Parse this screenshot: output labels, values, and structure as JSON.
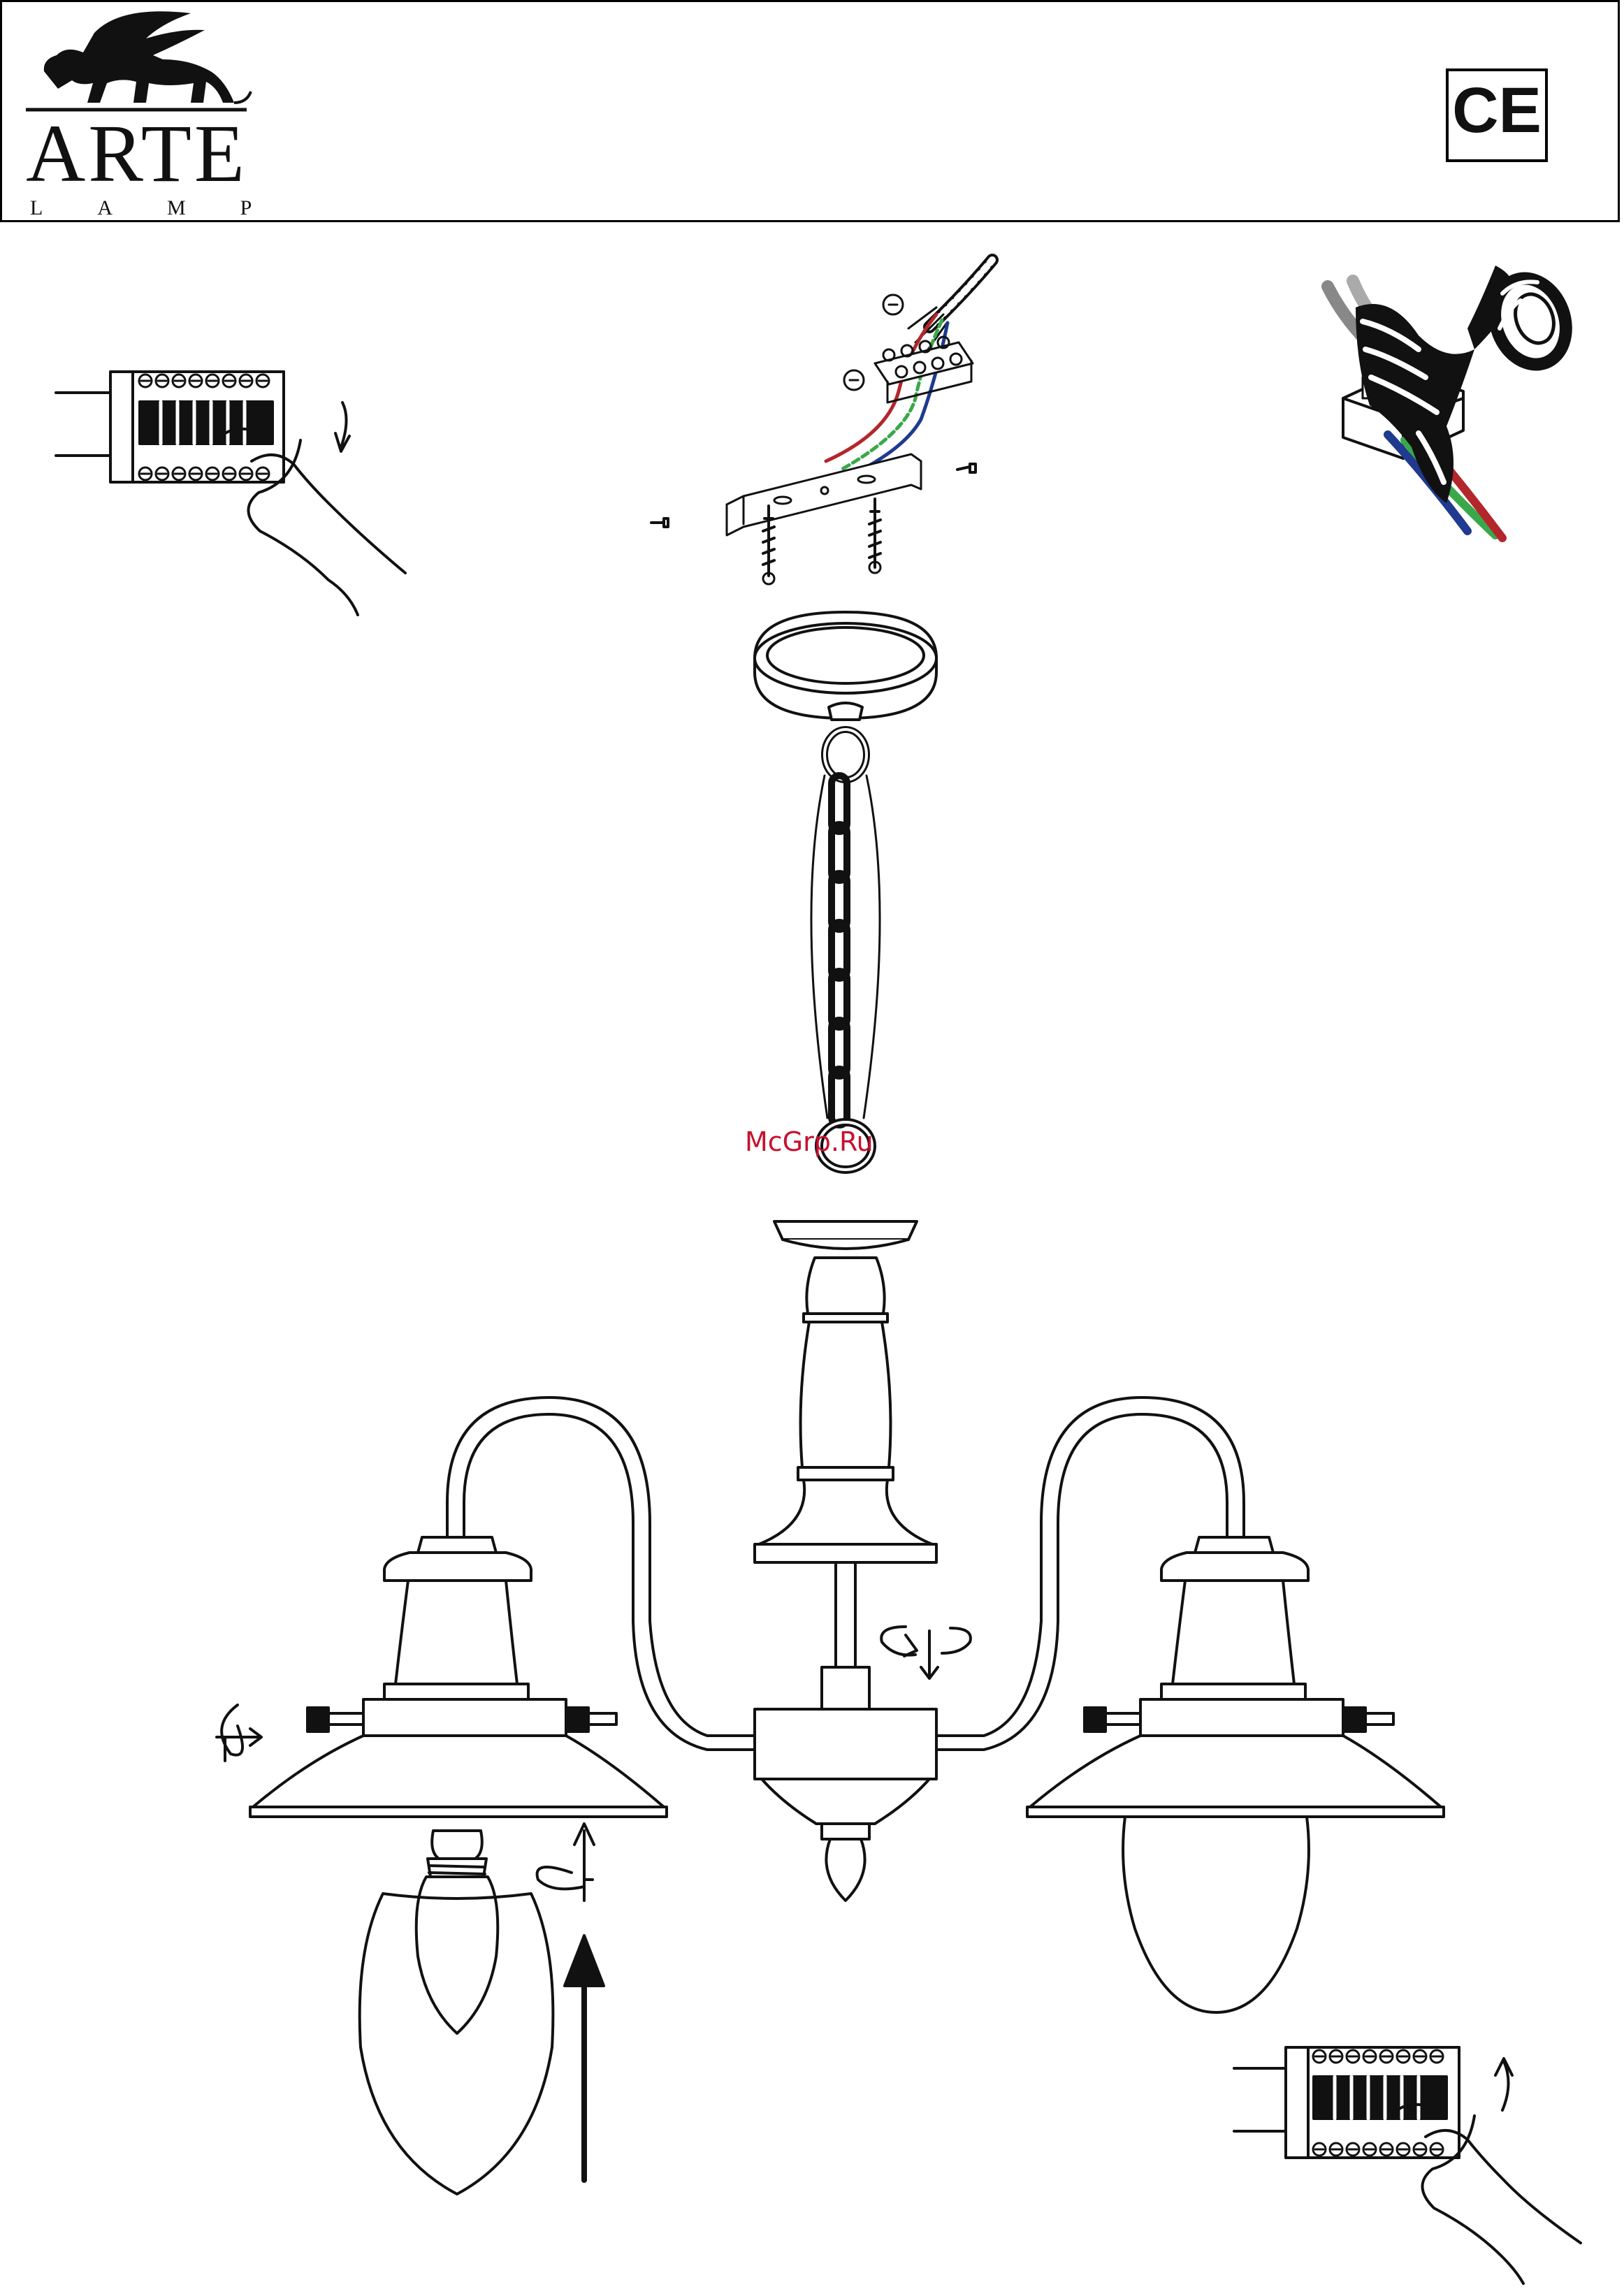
{
  "header": {
    "brand_name": "ARTE",
    "brand_subtitle": "LAMP",
    "logo_icon": "winged-lion-logo",
    "certification_mark": "CE"
  },
  "watermark": {
    "text": "McGrp.Ru",
    "color": "#c8102e"
  },
  "steps": [
    {
      "icon": "breaker-switch-off-icon"
    },
    {
      "icon": "ceiling-bracket-wiring-icon"
    },
    {
      "icon": "insulation-tape-icon"
    },
    {
      "icon": "chandelier-assembly-icon"
    },
    {
      "icon": "breaker-switch-on-icon"
    }
  ],
  "wire_colors": {
    "live": "#b3262c",
    "neutral": "#1f3a8f",
    "earth": "#3aa84a"
  }
}
